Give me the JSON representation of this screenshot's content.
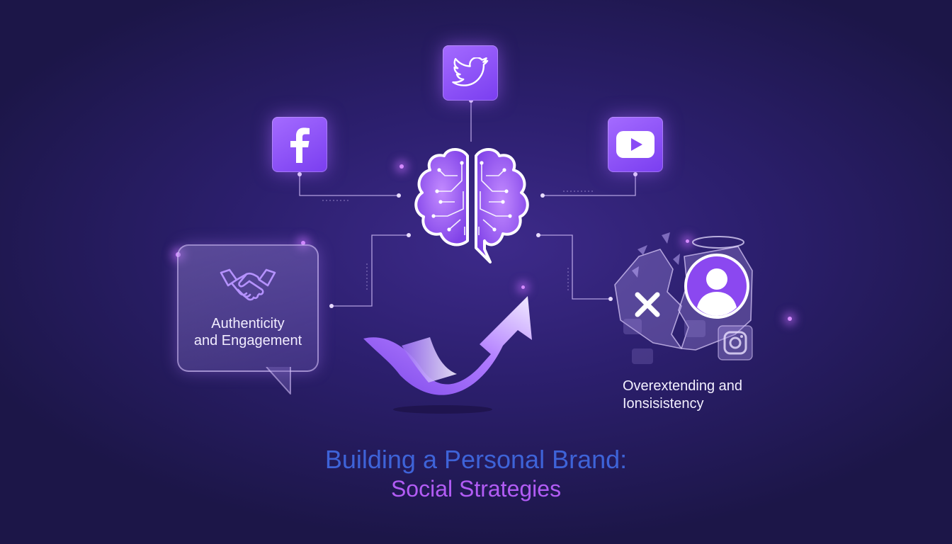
{
  "title": {
    "line1": "Building a Personal Brand:",
    "line2": "Social Strategies"
  },
  "nodes": {
    "positive": {
      "label_line1": "Authenticity",
      "label_line2": "and Engagement",
      "icon": "handshake-icon"
    },
    "negative": {
      "label_line1": "Overextending and",
      "label_line2": "Ionsisistency",
      "icon": "broken-profile-icon"
    }
  },
  "platforms": [
    {
      "icon": "facebook-icon"
    },
    {
      "icon": "twitter-icon"
    },
    {
      "icon": "youtube-icon"
    },
    {
      "icon": "instagram-icon"
    }
  ],
  "center": {
    "icon": "brain-circuit-icon"
  },
  "colors": {
    "background": "#2c1f6e",
    "accent": "#8a4bf5",
    "title_blue": "#3e63d8",
    "title_purple": "#b25cf5"
  }
}
